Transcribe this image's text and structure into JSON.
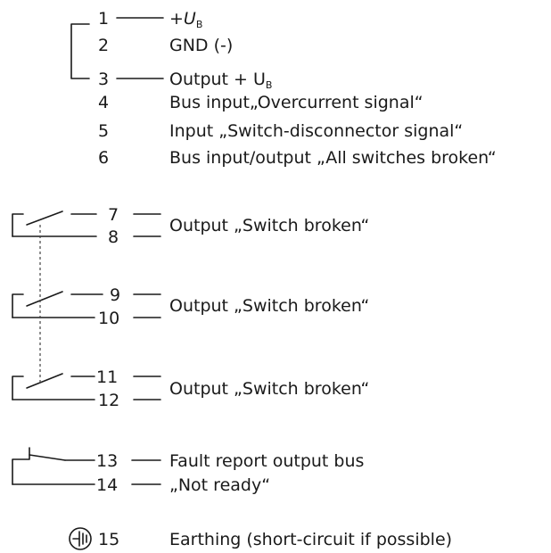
{
  "terminals": [
    {
      "num": "1",
      "prefix": "+U",
      "sub": "B",
      "suffix": ""
    },
    {
      "num": "2",
      "text": "GND (-)"
    },
    {
      "num": "3",
      "prefix": "Output + U",
      "sub": "B",
      "suffix": ""
    },
    {
      "num": "4",
      "text": "Bus input„Overcurrent signal“"
    },
    {
      "num": "5",
      "text": "Input „Switch-disconnector signal“"
    },
    {
      "num": "6",
      "text": "Bus input/output „All switches broken“"
    },
    {
      "num": "7"
    },
    {
      "num": "8"
    },
    {
      "num": "9"
    },
    {
      "num": "10"
    },
    {
      "num": "11"
    },
    {
      "num": "12"
    },
    {
      "num": "13",
      "text": "Fault report output bus"
    },
    {
      "num": "14",
      "text": "„Not ready“"
    },
    {
      "num": "15",
      "text": "Earthing (short-circuit if possible)"
    }
  ],
  "relay_outputs": [
    {
      "text": "Output „Switch broken“"
    },
    {
      "text": "Output „Switch broken“"
    },
    {
      "text": "Output „Switch broken“"
    }
  ],
  "icons": {
    "earth": "earth-terminal-icon"
  }
}
